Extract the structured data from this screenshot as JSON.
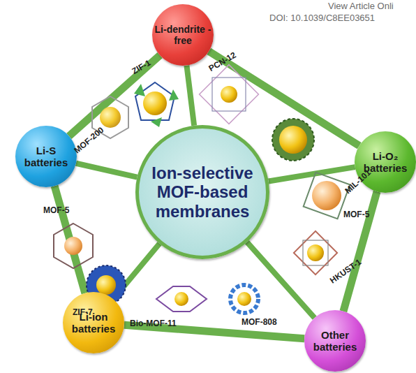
{
  "diagram": {
    "nodes": [
      {
        "text": [
          "Li-dendrite -free"
        ]
      },
      {
        "text": [
          "Li-S batteries"
        ]
      },
      {
        "text": [
          "Li-O₂ batteries"
        ]
      },
      {
        "text": [
          "Ion-selective MOF-based membranes"
        ]
      },
      {
        "text": [
          "Li-ion batteries"
        ]
      },
      {
        "text": [
          "Other batteries"
        ]
      }
    ],
    "edges": [
      {
        "from": 0,
        "to": 2,
        "arrow": "none"
      },
      {
        "from": 2,
        "to": 5,
        "arrow": "none"
      },
      {
        "from": 5,
        "to": 4,
        "arrow": "none"
      },
      {
        "from": 4,
        "to": 1,
        "arrow": "none"
      },
      {
        "from": 1,
        "to": 0,
        "arrow": "none"
      },
      {
        "from": 3,
        "to": 0,
        "arrow": "none"
      },
      {
        "from": 3,
        "to": 2,
        "arrow": "none"
      },
      {
        "from": 3,
        "to": 5,
        "arrow": "none"
      },
      {
        "from": 3,
        "to": 4,
        "arrow": "none"
      },
      {
        "from": 3,
        "to": 1,
        "arrow": "none"
      }
    ],
    "labels": [
      "View Article Onli",
      "DOI: 10.1039/C8EE03651",
      "ZIF-1",
      "PCN-12",
      "MIL-101",
      "MOF-200",
      "MOF-5",
      "MOF-5",
      "HKUST-1",
      "ZIF-7",
      "Bio-MOF-11",
      "MOF-808"
    ]
  }
}
